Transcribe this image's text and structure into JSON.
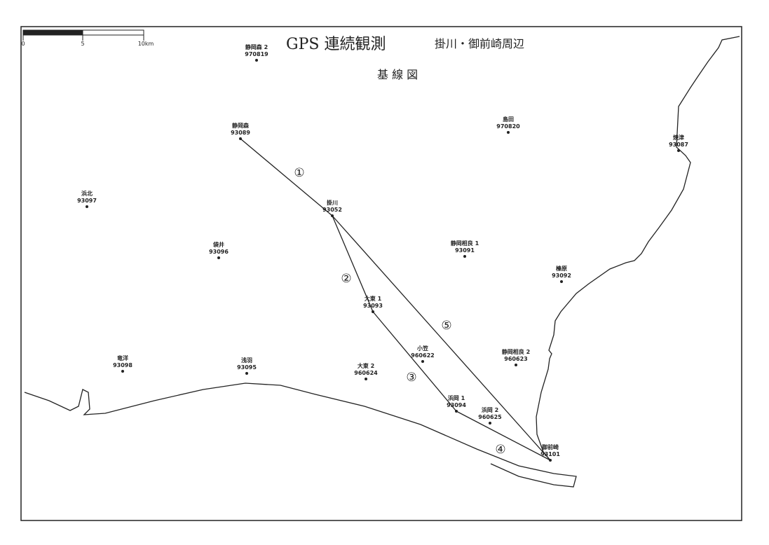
{
  "title": {
    "main": "GPS 連続観測",
    "region": "掛川・御前崎周辺",
    "subtitle": "基 線 図"
  },
  "scale_bar": {
    "labels": [
      "0",
      "5",
      "10km"
    ]
  },
  "stations": [
    {
      "id": "s970819",
      "name": "静岡森 2",
      "code": "970819"
    },
    {
      "id": "s93089",
      "name": "静岡森",
      "code": "93089"
    },
    {
      "id": "s970820",
      "name": "島田",
      "code": "970820"
    },
    {
      "id": "s93087",
      "name": "焼津",
      "code": "93087"
    },
    {
      "id": "s93097",
      "name": "浜北",
      "code": "93097"
    },
    {
      "id": "s93052",
      "name": "掛川",
      "code": "93052"
    },
    {
      "id": "s93096",
      "name": "袋井",
      "code": "93096"
    },
    {
      "id": "s93091",
      "name": "静岡相良 1",
      "code": "93091"
    },
    {
      "id": "s93092",
      "name": "榛原",
      "code": "93092"
    },
    {
      "id": "s93093",
      "name": "大東 1",
      "code": "93093"
    },
    {
      "id": "s960622",
      "name": "小笠",
      "code": "960622"
    },
    {
      "id": "s960623",
      "name": "静岡相良 2",
      "code": "960623"
    },
    {
      "id": "s93098",
      "name": "竜洋",
      "code": "93098"
    },
    {
      "id": "s93095",
      "name": "浅羽",
      "code": "93095"
    },
    {
      "id": "s960624",
      "name": "大東 2",
      "code": "960624"
    },
    {
      "id": "s93094",
      "name": "浜岡 1",
      "code": "93094"
    },
    {
      "id": "s960625",
      "name": "浜岡 2",
      "code": "960625"
    },
    {
      "id": "s93101",
      "name": "御前崎",
      "code": "93101"
    }
  ],
  "baselines": [
    {
      "label": "①",
      "from": "93089",
      "to": "93052"
    },
    {
      "label": "②",
      "from": "93052",
      "to": "93093"
    },
    {
      "label": "③",
      "from": "93093",
      "to": "93094"
    },
    {
      "label": "④",
      "from": "93094",
      "to": "93101"
    },
    {
      "label": "⑤",
      "from": "93052",
      "to": "93101"
    }
  ]
}
